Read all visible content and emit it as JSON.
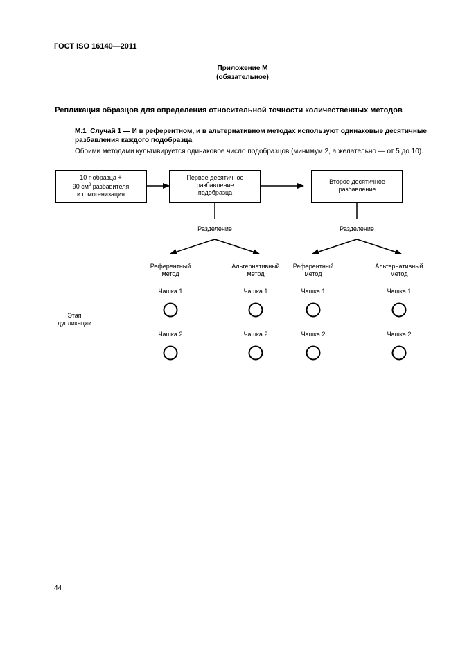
{
  "header": {
    "standard": "ГОСТ ISO 16140—2011"
  },
  "annex": {
    "title": "Приложение М",
    "status": "(обязательное)"
  },
  "section": {
    "title": "Репликация образцов для определения относительной точности количественных методов"
  },
  "clause": {
    "number": "М.1",
    "heading_line1": "Случай 1 — И в референтном, и в альтернативном методах используют одинаковые десятичные",
    "heading_line2": "разбавления каждого подобразца",
    "body": "Обоими методами культивируется одинаковое число подобразцов (минимум 2, а желательно — от 5 до 10)."
  },
  "diagram": {
    "box1": {
      "line1": "10 г образца +",
      "line2a": "90 см",
      "sup": "3",
      "line2b": " разбавителя",
      "line3": "и гомогенизация"
    },
    "box2": {
      "line1": "Первое десятичное",
      "line2": "разбавление",
      "line3": "подобразца"
    },
    "box3": {
      "line1": "Второе десятичное",
      "line2": "разбавление"
    },
    "split_left": "Разделение",
    "split_right": "Разделение",
    "ref_line1": "Референтный",
    "ref_line2": "метод",
    "alt_line1": "Альтернативный",
    "alt_line2": "метод",
    "dish1": "Чашка 1",
    "dish2": "Чашка 2",
    "stage_line1": "Этап",
    "stage_line2": "дупликации"
  },
  "footer": {
    "page_number": "44"
  }
}
